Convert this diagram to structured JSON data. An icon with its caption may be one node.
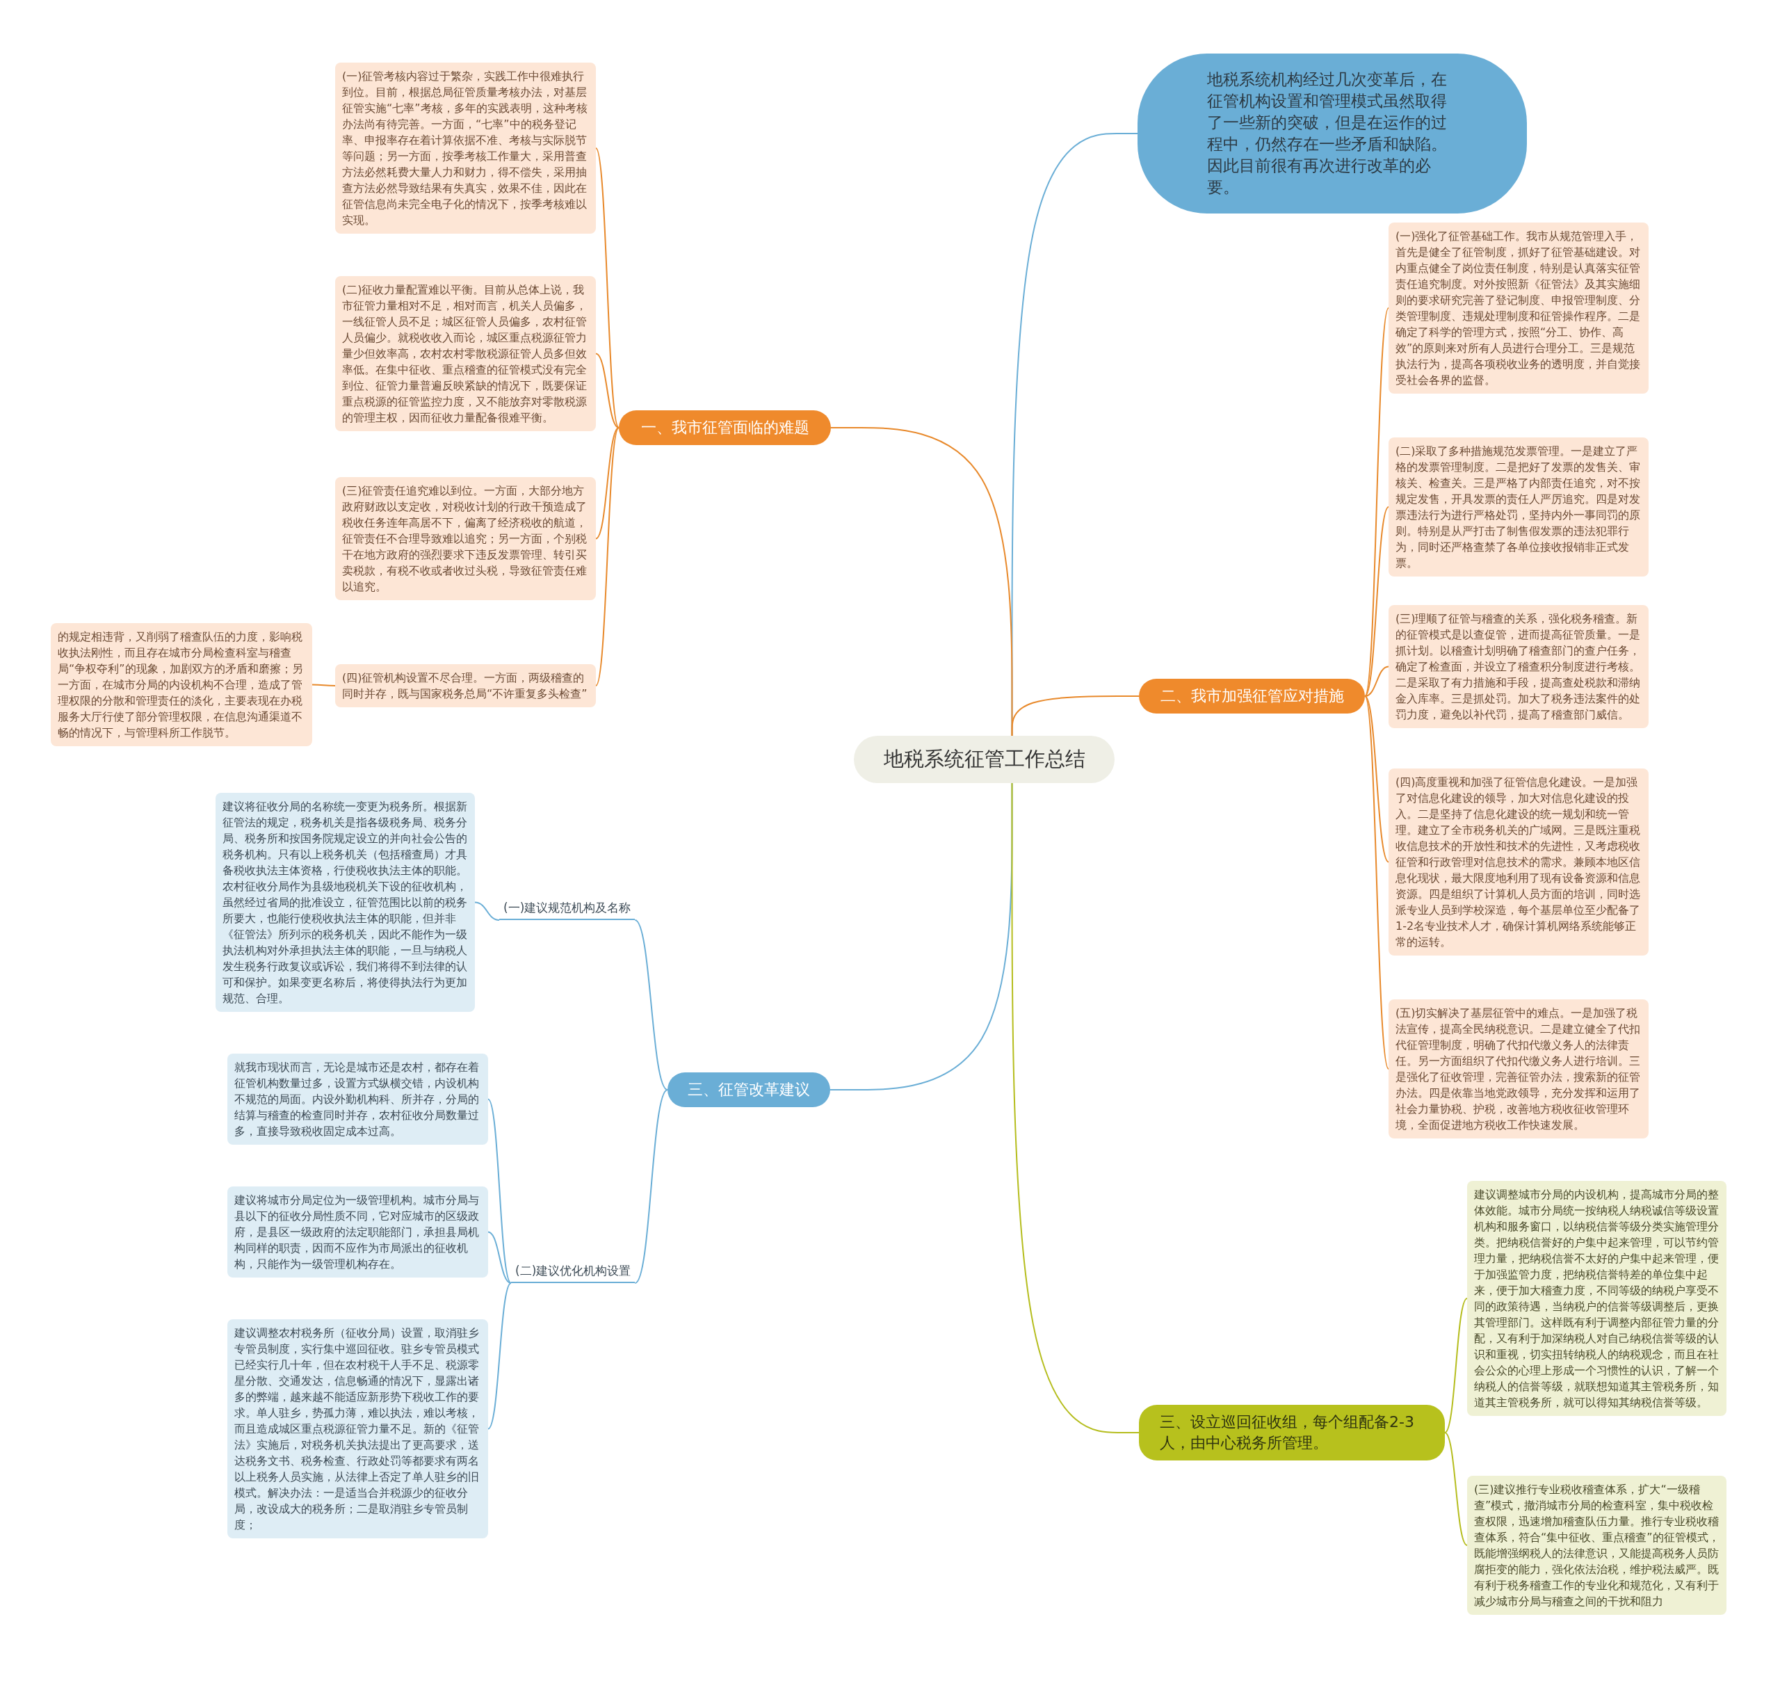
{
  "diagram": {
    "nodes": [
      {
        "text": [
          "地税系统征管工作总结"
        ]
      },
      {
        "text": [
          "地税系统机构经过几次变革后，在征管机构设置和管理模式虽然取得了一些新的突破，但是在运作的过程中，仍然存在一些矛盾和缺陷。因此目前很有再次进行改革的必要。"
        ]
      },
      {
        "text": [
          "一、我市征管面临的难题"
        ]
      },
      {
        "text": [
          "(一)征管考核内容过于繁杂，实践工作中很难执行到位。目前，根据总局征管质量考核办法，对基层征管实施“七率”考核，多年的实践表明，这种考核办法尚有待完善。一方面，“七率”中的税务登记率、申报率存在着计算依据不准、考核与实际脱节等问题；另一方面，按季考核工作量大，采用普查方法必然耗费大量人力和财力，得不偿失，采用抽查方法必然导致结果有失真实，效果不佳，因此在征管信息尚未完全电子化的情况下，按季考核难以实现。"
        ]
      },
      {
        "text": [
          "(二)征收力量配置难以平衡。目前从总体上说，我市征管力量相对不足，相对而言，机关人员偏多，一线征管人员不足；城区征管人员偏多，农村征管人员偏少。就税收收入而论，城区重点税源征管力量少但效率高，农村农村零散税源征管人员多但效率低。在集中征收、重点稽查的征管模式没有完全到位、征管力量普遍反映紧缺的情况下，既要保证重点税源的征管监控力度，又不能放弃对零散税源的管理主权，因而征收力量配备很难平衡。"
        ]
      },
      {
        "text": [
          "(三)征管责任追究难以到位。一方面，大部分地方政府财政以支定收，对税收计划的行政干预造成了税收任务连年高居不下，偏离了经济税收的航道，征管责任不合理导致难以追究；另一方面，个别税干在地方政府的强烈要求下违反发票管理、转引买卖税款，有税不收或者收过头税，导致征管责任难以追究。"
        ]
      },
      {
        "text": [
          "(四)征管机构设置不尽合理。一方面，两级稽查的同时并存，既与国家税务总局“不许重复多头检查”"
        ]
      },
      {
        "text": [
          "的规定相违背，又削弱了稽查队伍的力度，影响税收执法刚性，而且存在城市分局检查科室与稽查局“争权夺利”的现象，加剧双方的矛盾和磨擦；另一方面，在城市分局的内设机构不合理，造成了管理权限的分散和管理责任的淡化，主要表现在办税服务大厅行使了部分管理权限，在信息沟通渠道不畅的情况下，与管理科所工作脱节。"
        ]
      },
      {
        "text": [
          "二、我市加强征管应对措施"
        ]
      },
      {
        "text": [
          "(一)强化了征管基础工作。我市从规范管理入手，首先是健全了征管制度，抓好了征管基础建设。对内重点健全了岗位责任制度，特别是认真落实征管责任追究制度。对外按照新《征管法》及其实施细则的要求研究完善了登记制度、申报管理制度、分类管理制度、违规处理制度和征管操作程序。二是确定了科学的管理方式，按照“分工、协作、高效”的原则来对所有人员进行合理分工。三是规范执法行为，提高各项税收业务的透明度，并自觉接受社会各界的监督。"
        ]
      },
      {
        "text": [
          "(二)采取了多种措施规范发票管理。一是建立了严格的发票管理制度。二是把好了发票的发售关、审核关、检查关。三是严格了内部责任追究，对不按规定发售，开具发票的责任人严厉追究。四是对发票违法行为进行严格处罚，坚持内外一事同罚的原则。特别是从严打击了制售假发票的违法犯罪行为，同时还严格查禁了各单位接收报销非正式发票。"
        ]
      },
      {
        "text": [
          "(三)理顺了征管与稽查的关系，强化税务稽查。新的征管模式是以查促管，进而提高征管质量。一是抓计划。以稽查计划明确了稽查部门的查户任务，确定了检查面，并设立了稽查积分制度进行考核。二是采取了有力措施和手段，提高查处税款和滞纳金入库率。三是抓处罚。加大了税务违法案件的处罚力度，避免以补代罚，提高了稽查部门威信。"
        ]
      },
      {
        "text": [
          "(四)高度重视和加强了征管信息化建设。一是加强了对信息化建设的领导，加大对信息化建设的投入。二是坚持了信息化建设的统一规划和统一管理。建立了全市税务机关的广域网。三是既注重税收信息技术的开放性和技术的先进性，又考虑税收征管和行政管理对信息技术的需求。兼顾本地区信息化现状，最大限度地利用了现有设备资源和信息资源。四是组织了计算机人员方面的培训，同时选派专业人员到学校深造，每个基层单位至少配备了1-2名专业技术人才，确保计算机网络系统能够正常的运转。"
        ]
      },
      {
        "text": [
          "(五)切实解决了基层征管中的难点。一是加强了税法宣传，提高全民纳税意识。二是建立健全了代扣代征管理制度，明确了代扣代缴义务人的法律责任。另一方面组织了代扣代缴义务人进行培训。三是强化了征收管理，完善征管办法，搜索新的征管办法。四是依靠当地党政领导，充分发挥和运用了社会力量协税、护税，改善地方税收征收管理环境，全面促进地方税收工作快速发展。"
        ]
      },
      {
        "text": [
          "三、征管改革建议"
        ]
      },
      {
        "text": [
          "(一)建议规范机构及名称"
        ]
      },
      {
        "text": [
          "建议将征收分局的名称统一变更为税务所。根据新征管法的规定，税务机关是指各级税务局、税务分局、税务所和按国务院规定设立的并向社会公告的税务机构。只有以上税务机关（包括稽查局）才具备税收执法主体资格，行使税收执法主体的职能。农村征收分局作为县级地税机关下设的征收机构，虽然经过省局的批准设立，征管范围比以前的税务所要大，也能行使税收执法主体的职能，但并非《征管法》所列示的税务机关，因此不能作为一级执法机构对外承担执法主体的职能，一旦与纳税人发生税务行政复议或诉讼，我们将得不到法律的认可和保护。如果变更名称后，将使得执法行为更加规范、合理。"
        ]
      },
      {
        "text": [
          "(二)建议优化机构设置"
        ]
      },
      {
        "text": [
          "就我市现状而言，无论是城市还是农村，都存在着征管机构数量过多，设置方式纵横交错，内设机构不规范的局面。内设外勤机构科、所并存，分局的结算与稽查的检查同时并存，农村征收分局数量过多，直接导致税收固定成本过高。"
        ]
      },
      {
        "text": [
          "建议将城市分局定位为一级管理机构。城市分局与县以下的征收分局性质不同，它对应城市的区级政府，是县区一级政府的法定职能部门，承担县局机构同样的职责，因而不应作为市局派出的征收机构，只能作为一级管理机构存在。"
        ]
      },
      {
        "text": [
          "建议调整农村税务所（征收分局）设置，取消驻乡专管员制度，实行集中巡回征收。驻乡专管员模式已经实行几十年，但在农村税干人手不足、税源零星分散、交通发达，信息畅通的情况下，显露出诸多的弊端，越来越不能适应新形势下税收工作的要求。单人驻乡，势孤力薄，难以执法，难以考核，而且造成城区重点税源征管力量不足。新的《征管法》实施后，对税务机关执法提出了更高要求，送达税务文书、税务检查、行政处罚等都要求有两名以上税务人员实施，从法律上否定了单人驻乡的旧模式。解决办法：一是适当合并税源少的征收分局，改设成大的税务所；二是取消驻乡专管员制度；"
        ]
      },
      {
        "text": [
          "三、设立巡回征收组，每个组配备2-3人，由中心税务所管理。"
        ]
      },
      {
        "text": [
          "建议调整城市分局的内设机构，提高城市分局的整体效能。城市分局统一按纳税人纳税诚信等级设置机构和服务窗口，以纳税信誉等级分类实施管理分类。把纳税信誉好的户集中起来管理，可以节约管理力量，把纳税信誉不太好的户集中起来管理，便于加强监管力度，把纳税信誉特差的单位集中起来，便于加大稽查力度，不同等级的纳税户享受不同的政策待遇，当纳税户的信誉等级调整后，更换其管理部门。这样既有利于调整内部征管力量的分配，又有利于加深纳税人对自己纳税信誉等级的认识和重视，切实扭转纳税人的纳税观念，而且在社会公众的心理上形成一个习惯性的认识，了解一个纳税人的信誉等级，就联想知道其主管税务所，知道其主管税务所，就可以得知其纳税信誉等级。"
        ]
      },
      {
        "text": [
          "(三)建议推行专业税收稽查体系，扩大“一级稽查”模式，撤消城市分局的检查科室，集中税收检查权限，迅速增加稽查队伍力量。推行专业税收稽查体系，符合“集中征收、重点稽查”的征管模式，既能增强纲税人的法律意识，又能提高税务人员防腐拒变的能力，强化依法治税，维护税法威严。既有利于税务稽查工作的专业化和规范化，又有利于减少城市分局与稽查之间的干扰和阻力"
        ]
      }
    ],
    "edges": [
      {
        "from": 0,
        "to": 1,
        "arrow": "none",
        "color": "#6aaed6"
      },
      {
        "from": 0,
        "to": 2,
        "arrow": "none"
      },
      {
        "from": 2,
        "to": 3,
        "arrow": "none"
      },
      {
        "from": 2,
        "to": 4,
        "arrow": "none"
      },
      {
        "from": 2,
        "to": 5,
        "arrow": "none"
      },
      {
        "from": 2,
        "to": 6,
        "arrow": "none"
      },
      {
        "from": 6,
        "to": 7,
        "arrow": "none"
      },
      {
        "from": 0,
        "to": 8,
        "arrow": "none"
      },
      {
        "from": 8,
        "to": 9,
        "arrow": "none"
      },
      {
        "from": 8,
        "to": 10,
        "arrow": "none"
      },
      {
        "from": 8,
        "to": 11,
        "arrow": "none"
      },
      {
        "from": 8,
        "to": 12,
        "arrow": "none"
      },
      {
        "from": 8,
        "to": 13,
        "arrow": "none"
      },
      {
        "from": 0,
        "to": 14,
        "arrow": "none",
        "color": "#6aaed6"
      },
      {
        "from": 14,
        "to": 15,
        "arrow": "none",
        "color": "#6aaed6"
      },
      {
        "from": 15,
        "to": 16,
        "arrow": "none",
        "color": "#6aaed6"
      },
      {
        "from": 14,
        "to": 17,
        "arrow": "none",
        "color": "#6aaed6"
      },
      {
        "from": 17,
        "to": 18,
        "arrow": "none",
        "color": "#6aaed6"
      },
      {
        "from": 17,
        "to": 19,
        "arrow": "none",
        "color": "#6aaed6"
      },
      {
        "from": 17,
        "to": 20,
        "arrow": "none",
        "color": "#6aaed6"
      },
      {
        "from": 0,
        "to": 21,
        "arrow": "none",
        "color": "#b5bd1d"
      },
      {
        "from": 21,
        "to": 22,
        "arrow": "none",
        "color": "#b5bd1d"
      },
      {
        "from": 21,
        "to": 23,
        "arrow": "none",
        "color": "#b5bd1d"
      }
    ]
  }
}
